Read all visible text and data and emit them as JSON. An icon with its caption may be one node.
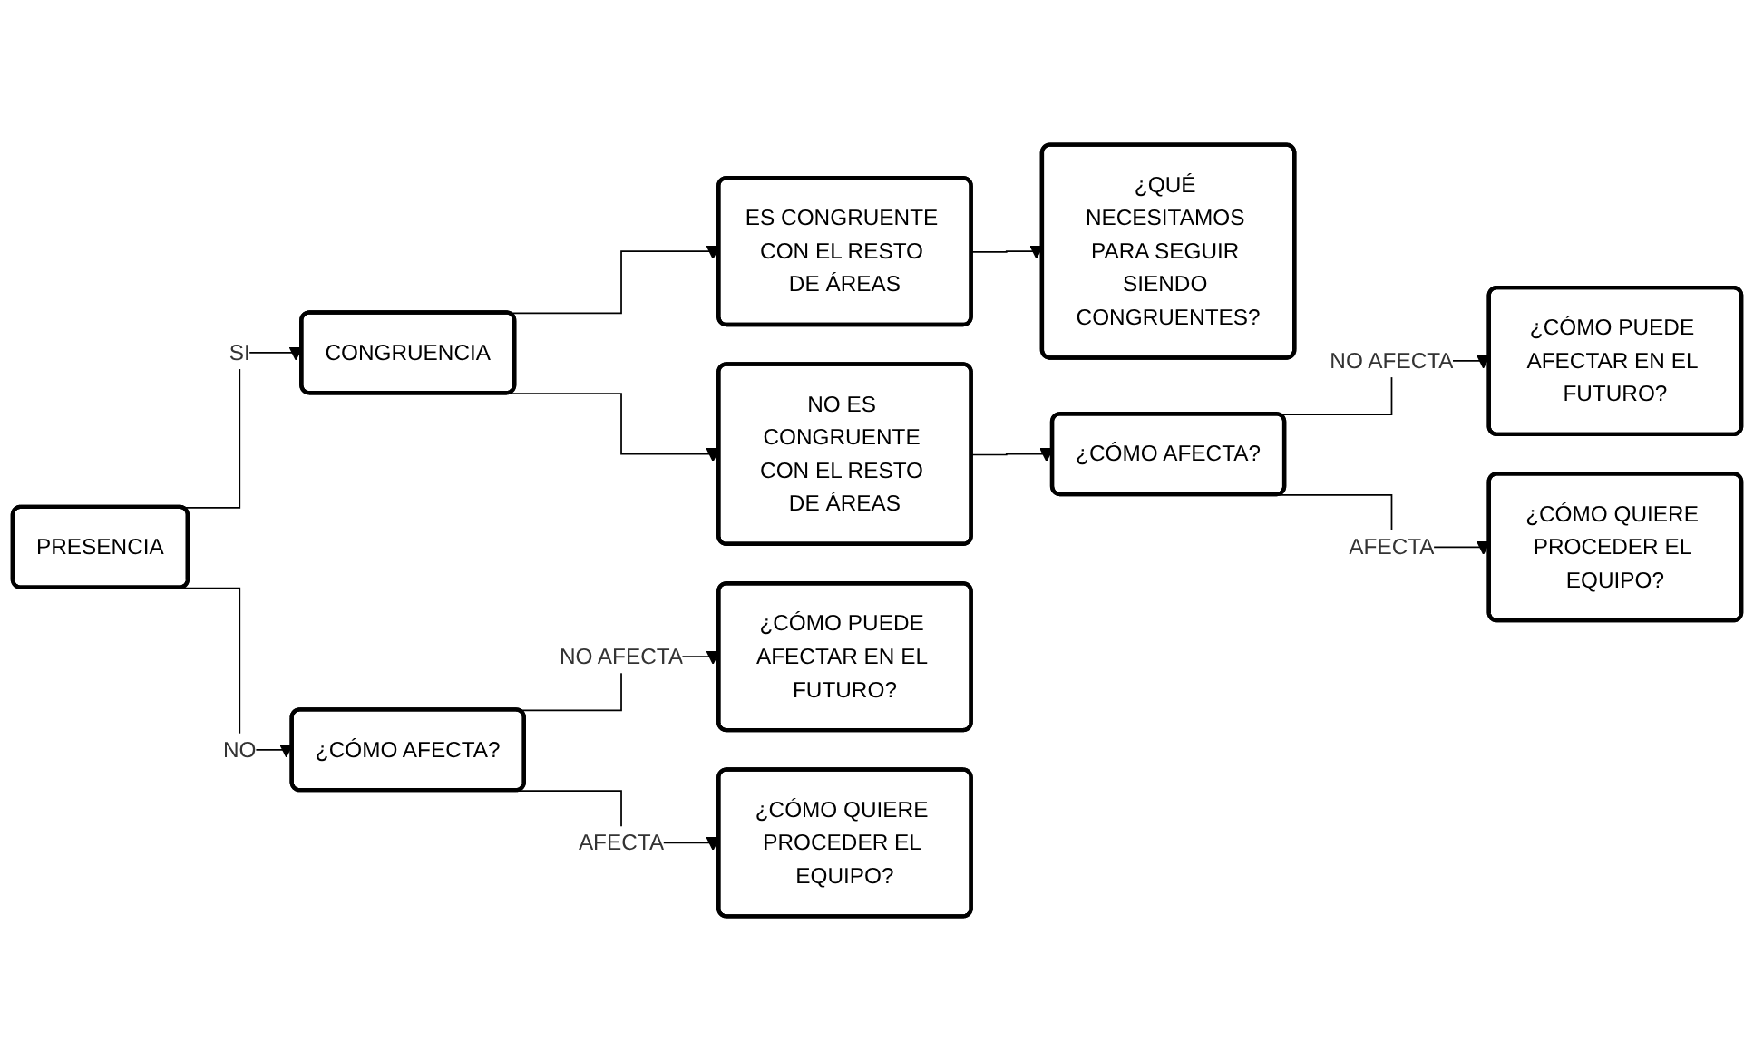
{
  "diagram": {
    "nodes": [
      {
        "text": [
          "PRESENCIA"
        ]
      },
      {
        "text": [
          "CONGRUENCIA"
        ]
      },
      {
        "text": [
          "ES CONGRUENTE CON EL RESTO DE ÁREAS"
        ]
      },
      {
        "text": [
          "¿QUÉ NECESITAMOS PARA SEGUIR SIENDO CONGRUENTES?"
        ]
      },
      {
        "text": [
          "NO ES CONGRUENTE CON EL RESTO DE ÁREAS"
        ]
      },
      {
        "text": [
          "¿CÓMO AFECTA?"
        ]
      },
      {
        "text": [
          "¿CÓMO PUEDE AFECTAR EN EL FUTURO?"
        ]
      },
      {
        "text": [
          "¿CÓMO QUIERE PROCEDER EL EQUIPO?"
        ]
      },
      {
        "text": [
          "¿CÓMO AFECTA?"
        ]
      },
      {
        "text": [
          "¿CÓMO PUEDE AFECTAR EN EL FUTURO?"
        ]
      },
      {
        "text": [
          "¿CÓMO QUIERE PROCEDER EL EQUIPO?"
        ]
      }
    ],
    "edges": [
      {
        "from": 0,
        "to": 1,
        "arrow": "to",
        "label": "SI"
      },
      {
        "from": 0,
        "to": 8,
        "arrow": "to",
        "label": "NO"
      },
      {
        "from": 1,
        "to": 2,
        "arrow": "to"
      },
      {
        "from": 1,
        "to": 4,
        "arrow": "to"
      },
      {
        "from": 2,
        "to": 3,
        "arrow": "to"
      },
      {
        "from": 4,
        "to": 5,
        "arrow": "to"
      },
      {
        "from": 5,
        "to": 6,
        "arrow": "to",
        "label": "NO AFECTA"
      },
      {
        "from": 5,
        "to": 7,
        "arrow": "to",
        "label": "AFECTA"
      },
      {
        "from": 8,
        "to": 9,
        "arrow": "to",
        "label": "NO AFECTA"
      },
      {
        "from": 8,
        "to": 10,
        "arrow": "to",
        "label": "AFECTA"
      }
    ]
  }
}
